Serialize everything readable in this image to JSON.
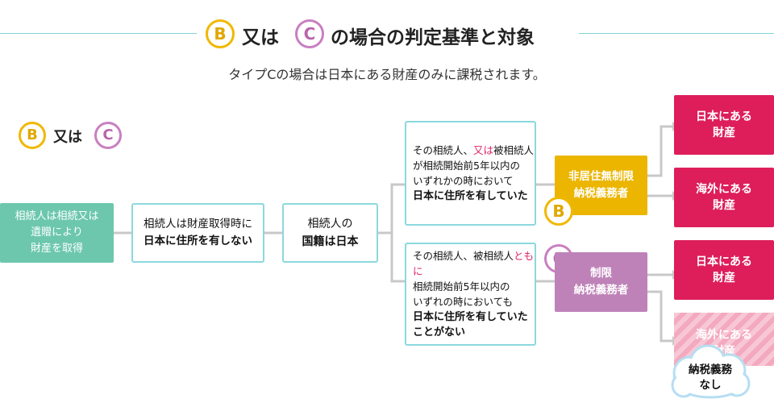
{
  "header": {
    "badge_b": "B",
    "conj": "又は",
    "badge_c": "C",
    "title_rest": "の場合の判定基準と対象",
    "subtitle": "タイプCの場合は日本にある財産のみに課税されます。"
  },
  "legend": {
    "badge_b": "B",
    "conj": "又は",
    "badge_c": "C"
  },
  "nodes": {
    "start": [
      "相続人は相続又は",
      "遺贈により",
      "財産を取得"
    ],
    "no_domicile": [
      "相続人は財産取得時に",
      "日本に住所を有しない"
    ],
    "nationality": [
      "相続人の",
      "国籍は日本"
    ],
    "cond_b": {
      "line1_a": "その相続人、",
      "line1_em": "又は",
      "line1_b": "被相続人",
      "line2": "が相続開始前5年以内の",
      "line3": "いずれかの時において",
      "line4": "日本に住所を有していた"
    },
    "cond_c": {
      "line1_a": "その相続人、被相続人",
      "line1_em": "ともに",
      "line2": "相続開始前5年以内の",
      "line3": "いずれの時においても",
      "line4": "日本に住所を有していた",
      "line5": "ことがない"
    },
    "type_b": [
      "非居住無制限",
      "納税義務者"
    ],
    "type_c": [
      "制限",
      "納税義務者"
    ],
    "badge_b": "B",
    "badge_c": "C",
    "asset_jp_1": [
      "日本にある",
      "財産"
    ],
    "asset_foreign_1": [
      "海外にある",
      "財産"
    ],
    "asset_jp_2": [
      "日本にある",
      "財産"
    ],
    "asset_foreign_2": [
      "海外にある",
      "財産"
    ],
    "no_obligation": [
      "納税義務",
      "なし"
    ]
  },
  "colors": {
    "teal_line": "#7fd4d9",
    "teal_box": "#6cc7ad",
    "yellow": "#ebb500",
    "purple": "#be82b8",
    "red": "#dd1e5a",
    "connector": "#c8c8c8"
  }
}
